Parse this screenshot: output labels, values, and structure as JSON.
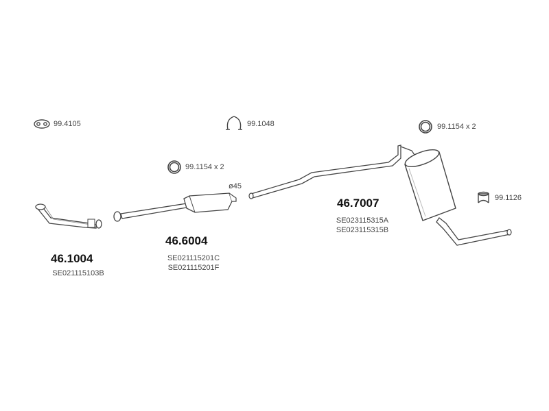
{
  "accessories": [
    {
      "code": "99.4105"
    },
    {
      "code": "99.1048"
    },
    {
      "code": "99.1154 x 2"
    },
    {
      "code": "99.1154 x 2"
    },
    {
      "code": "99.1126"
    }
  ],
  "parts": [
    {
      "number": "46.1004",
      "refs": [
        "SE021115103B"
      ]
    },
    {
      "number": "46.6004",
      "refs": [
        "SE021115201C",
        "SE021115201F"
      ]
    },
    {
      "number": "46.7007",
      "refs": [
        "SE023115315A",
        "SE023115315B"
      ]
    }
  ],
  "annotations": {
    "diameter": "ø45"
  },
  "colors": {
    "line": "#444444",
    "fill": "#ffffff",
    "shade": "#e6e6e6"
  }
}
